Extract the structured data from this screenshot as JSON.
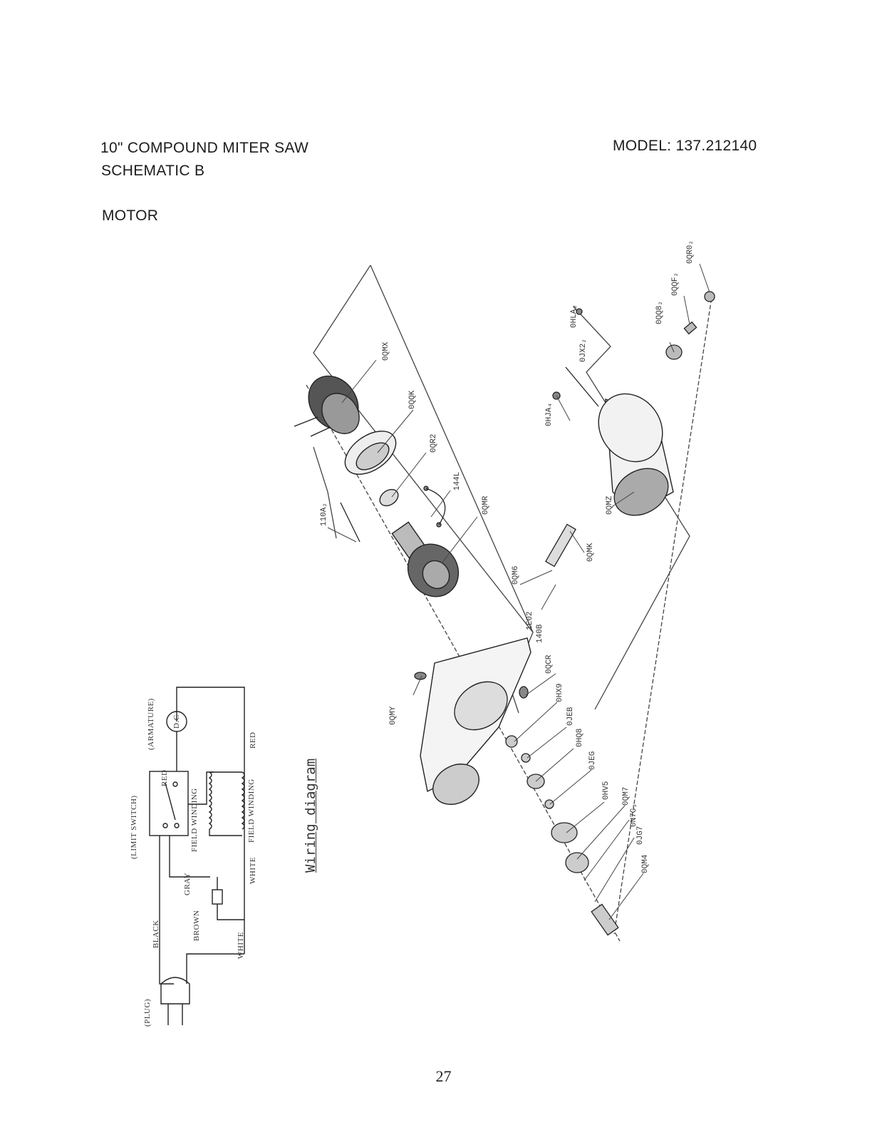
{
  "header": {
    "title": "10\" COMPOUND MITER SAW",
    "subtitle": "SCHEMATIC B",
    "section": "MOTOR",
    "model": "MODEL: 137.212140"
  },
  "parts": {
    "p_0QMX": "0QMX",
    "p_0QQK": "0QQK",
    "p_0QR2": "0QR2",
    "p_144L": "144L",
    "p_0QMR": "0QMR",
    "p_110A": "110A₂",
    "p_0QM6": "0QM6",
    "p_1E02": "1E02",
    "p_140B": "140B",
    "p_0QCR": "0QCR",
    "p_0QMY": "0QMY",
    "p_0QMK": "0QMK",
    "p_0QMZ": "0QMZ",
    "p_0HX9": "0HX9",
    "p_0JEB": "0JEB",
    "p_0HQ8": "0HQ8",
    "p_0JEG": "0JEG",
    "p_0HV5": "0HV5",
    "p_0QM7": "0QM7",
    "p_0N7C": "0N7C₃",
    "p_0JG7": "0JG7",
    "p_0QM4": "0QM4",
    "p_0HLA": "0HLA₂",
    "p_0JX2": "0JX2₂",
    "p_0HJA": "0HJA₄",
    "p_0QQ8": "0QQ8₂",
    "p_0QQF": "0QQF₂",
    "p_0QR0": "0QR0₂"
  },
  "wiring": {
    "title": "Wiring diagram",
    "limit_switch": "(LIMIT SWITCH)",
    "armature": "(ARMATURE)",
    "dc": "D.C",
    "red1": "RED",
    "red2": "RED",
    "field_winding": "FIELD WINDING",
    "field_winding2": "FIELD WINDING",
    "gray": "GRAY",
    "white1": "WHITE",
    "white2": "WHITE",
    "black": "BLACK",
    "brown": "BROWN",
    "plug": "(PLUG)"
  },
  "page": {
    "number": "27"
  }
}
